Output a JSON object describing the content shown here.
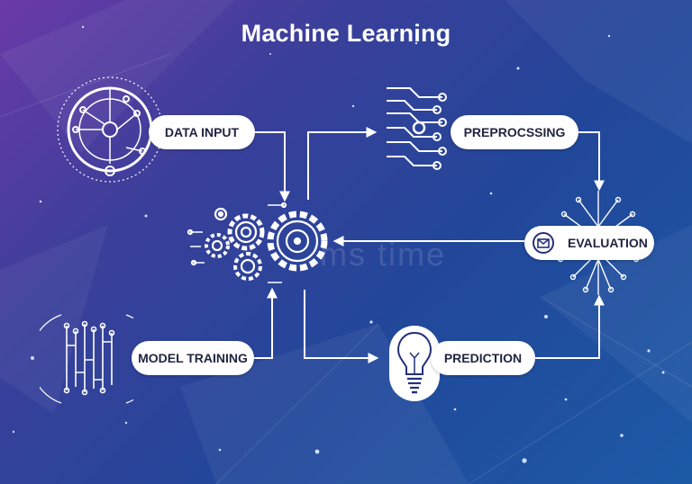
{
  "title": "Machine Learning",
  "watermark": "ms time",
  "nodes": {
    "data_input": "DATA INPUT",
    "preprocessing": "PREPROCSSING",
    "evaluation": "EVALUATION",
    "model_training": "MODEL TRAINING",
    "prediction": "PREDICTION"
  },
  "icons": [
    "circuit-globe-icon",
    "circuit-chip-icon",
    "gears-icon",
    "brain-circuit-icon",
    "envelope-icon",
    "circuit-board-icon",
    "lightbulb-icon"
  ],
  "colors": {
    "bg_start": "#6a3aa8",
    "bg_end": "#1c5aa6",
    "line": "#ffffff",
    "pill_text": "#1f2440"
  }
}
